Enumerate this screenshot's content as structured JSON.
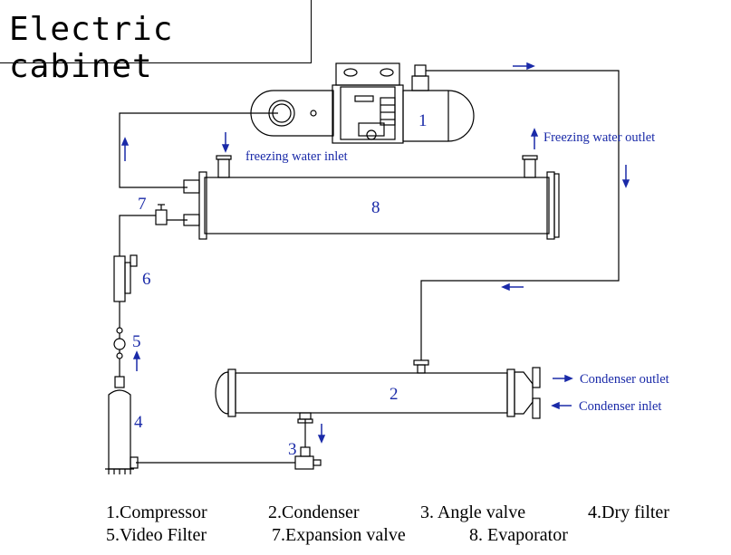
{
  "title": "Electric cabinet",
  "component_numbers": {
    "compressor": "1",
    "condenser": "2",
    "angle_valve": "3",
    "dry_filter": "4",
    "video_filter": "5",
    "sight_glass": "6",
    "expansion_valve": "7",
    "evaporator": "8"
  },
  "labels": {
    "freezing_water_inlet": "freezing water inlet",
    "freezing_water_outlet": "Freezing water outlet",
    "condenser_outlet": "Condenser outlet",
    "condenser_inlet": "Condenser inlet"
  },
  "legend": {
    "row1": [
      "1.Compressor",
      "2.Condenser",
      "3. Angle valve",
      "4.Dry filter"
    ],
    "row2": [
      "5.Video Filter",
      "7.Expansion valve",
      "8. Evaporator"
    ]
  },
  "colors": {
    "line": "#000000",
    "label": "#1a2aa8",
    "arrow": "#1a2aa8"
  }
}
